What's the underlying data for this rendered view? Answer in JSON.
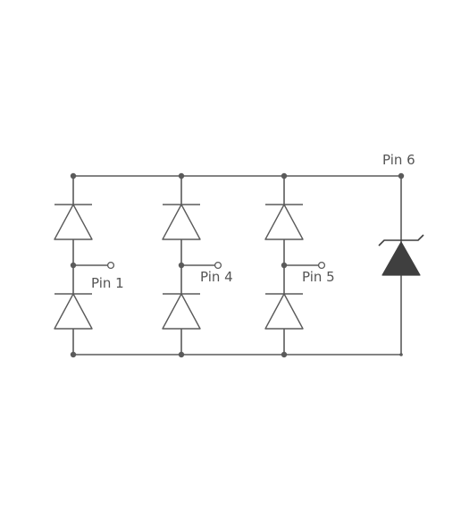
{
  "labels": {
    "pin1": "Pin 1",
    "pin4": "Pin 4",
    "pin5": "Pin 5",
    "pin6": "Pin 6"
  },
  "colors": {
    "wire": "#5a5a5a",
    "tvs_fill": "#3f3f3f",
    "diode_fill": "#ffffff"
  },
  "components": {
    "steering_diode_columns": 3,
    "diodes_per_column": 2,
    "tvs_diode_count": 1
  }
}
